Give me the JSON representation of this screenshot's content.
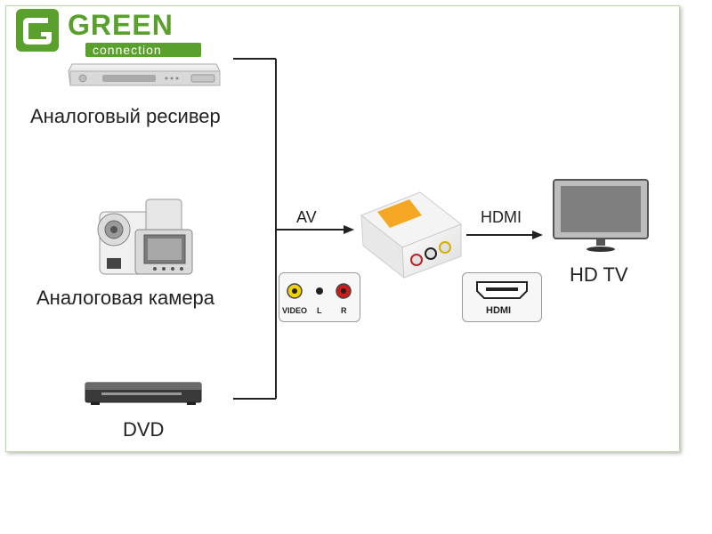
{
  "logo": {
    "brand": "GREEN",
    "sub": "connection",
    "color": "#5aa02c"
  },
  "sources": [
    {
      "label": "Аналоговый ресивер",
      "icon": "receiver-icon"
    },
    {
      "label": "Аналоговая камера",
      "icon": "camcorder-icon"
    },
    {
      "label": "DVD",
      "icon": "dvd-player-icon"
    }
  ],
  "arrows": {
    "av": "AV",
    "hdmi": "HDMI"
  },
  "rca_panel": {
    "video": "VIDEO",
    "left": "L",
    "right": "R"
  },
  "hdmi_badge": "HDMI",
  "tv_label": "HD TV",
  "colors": {
    "rca_video": "#f2d200",
    "rca_left": "#222222",
    "rca_right": "#d11a1a",
    "converter_label": "#f5a623",
    "frame_border": "#b8d9a6"
  }
}
